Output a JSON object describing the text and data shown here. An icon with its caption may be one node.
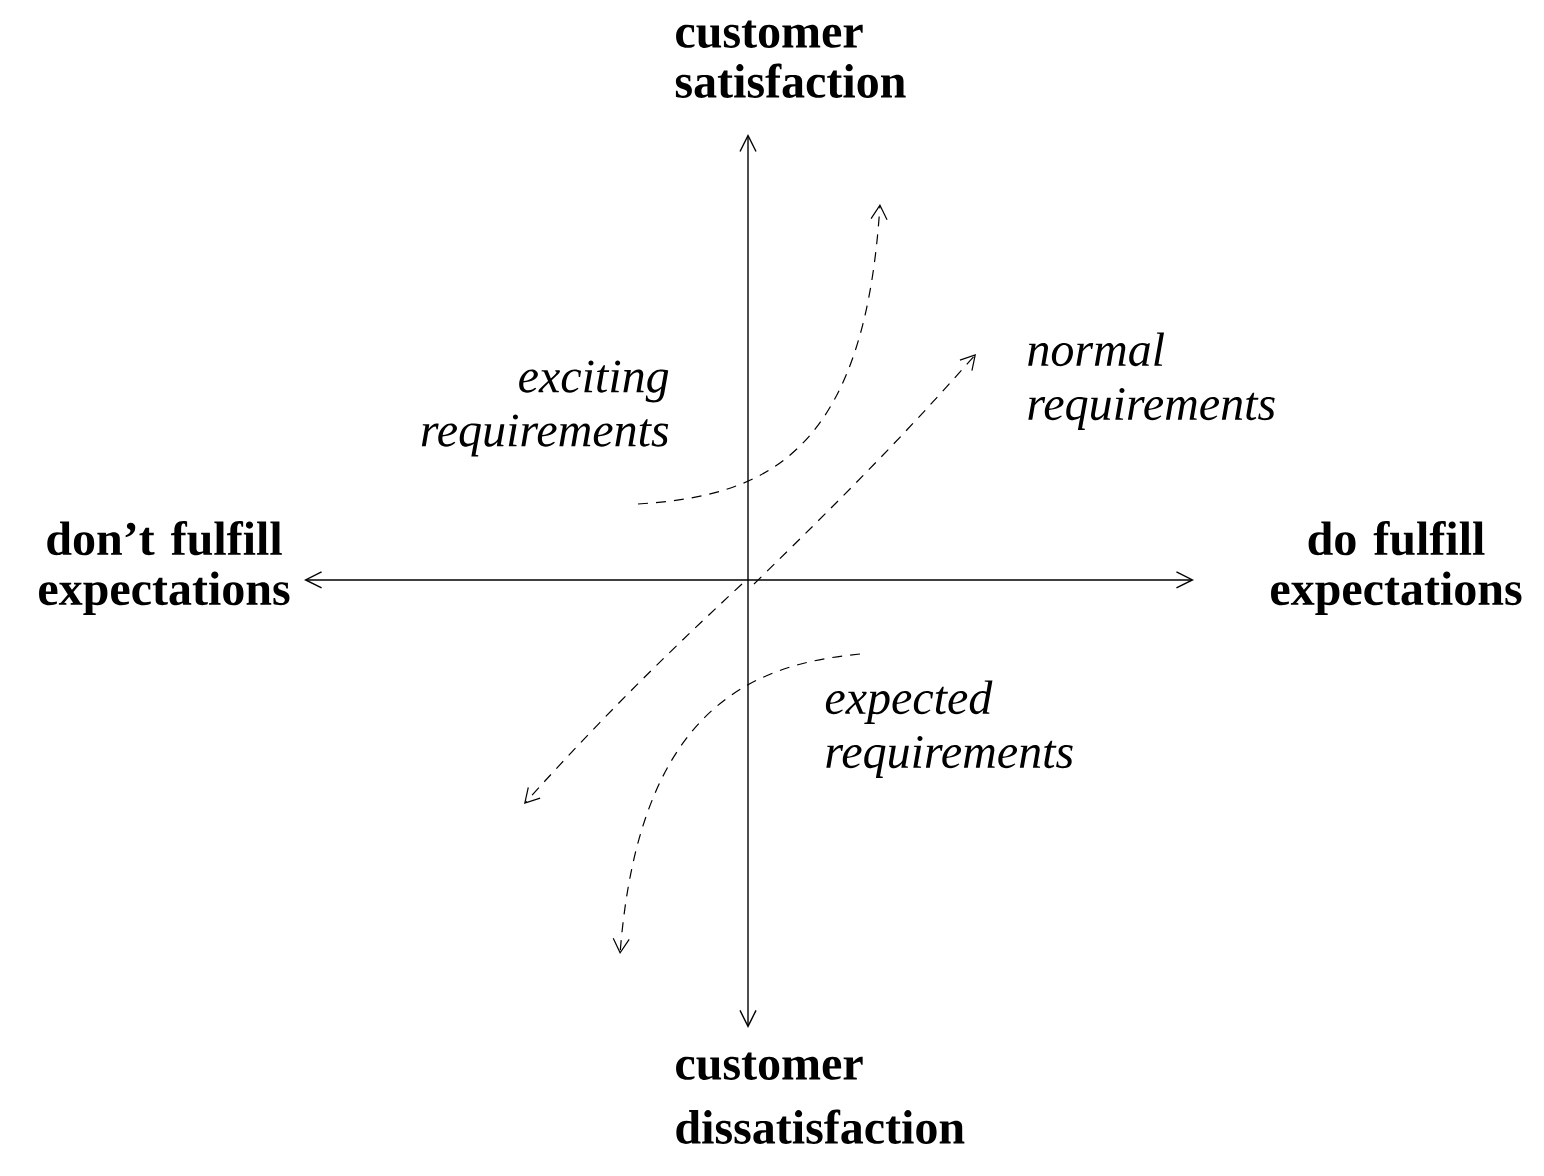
{
  "diagram": {
    "labels": [
      "customer satisfaction",
      "exciting requirements",
      "normal requirements",
      "don’t fulfill expectations",
      "do fulfill expectations",
      "expected requirements",
      "customer dissatisfaction"
    ]
  }
}
